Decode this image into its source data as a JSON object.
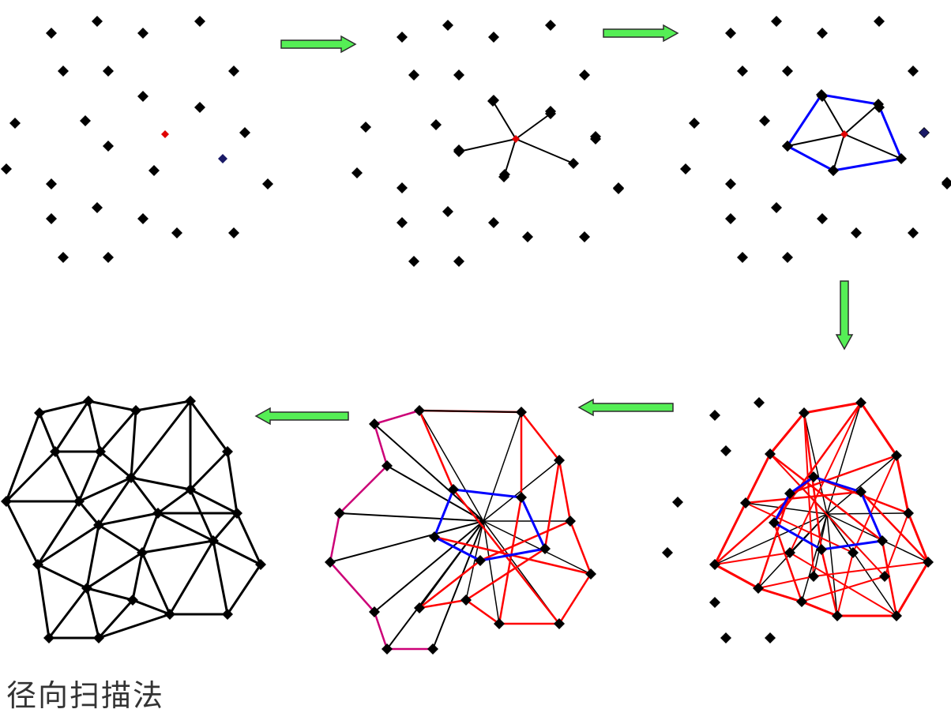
{
  "caption": "径向扫描法",
  "colors": {
    "point": "#000000",
    "center_point": "#e00000",
    "secondary_point": "#1a1a66",
    "arrow_fill": "#55ee55",
    "arrow_stroke": "#2c2c2c",
    "radial_edge": "#000000",
    "hull_edge": "#0000ff",
    "triangle_edge": "#ff0000",
    "boundary_edge": "#cc0077",
    "final_edge": "#000000"
  },
  "arrow_icon": "block-arrow-icon",
  "panels": [
    {
      "name": "scatter-points-panel"
    },
    {
      "name": "radial-connections-panel"
    },
    {
      "name": "initial-polygon-panel"
    },
    {
      "name": "radial-expansion-panel"
    },
    {
      "name": "boundary-filling-panel"
    },
    {
      "name": "final-triangulation-panel"
    }
  ]
}
